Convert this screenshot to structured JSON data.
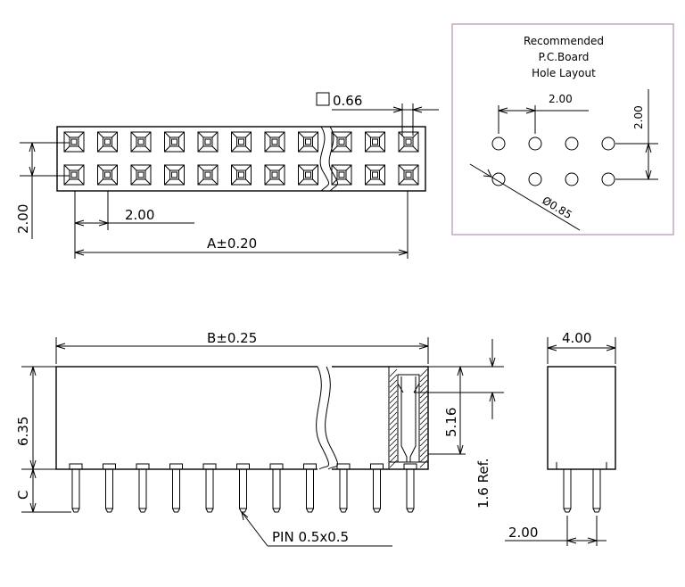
{
  "top_view": {
    "square_label": "0.66",
    "pitch_vertical": "2.00",
    "pitch_horizontal": "2.00",
    "length_label": "A±0.20",
    "columns": 11,
    "rows": 2
  },
  "pcb_layout": {
    "title_line1": "Recommended",
    "title_line2": "P.C.Board",
    "title_line3": "Hole  Layout",
    "pitch_h": "2.00",
    "pitch_v": "2.00",
    "hole_dia": "Ø0.85"
  },
  "front_view": {
    "length_label": "B±0.25",
    "height_label": "6.35",
    "pin_length_label": "C",
    "inner_depth_label": "5.16",
    "ref_label": "1.6  Ref.",
    "pin_label": "PIN  0.5x0.5",
    "pins": 11
  },
  "side_view": {
    "width_label": "4.00",
    "pitch_label": "2.00"
  },
  "colors": {
    "line": "#000000",
    "pcb_frame": "#b48fb4"
  }
}
